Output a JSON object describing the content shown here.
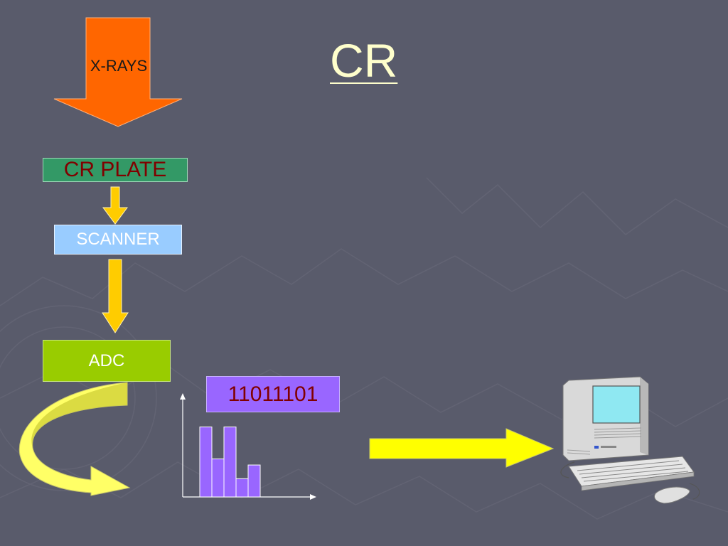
{
  "slide": {
    "title": "CR",
    "xrays_label": "X-RAYS",
    "plate_label": "CR PLATE",
    "scanner_label": "SCANNER",
    "adc_label": "ADC",
    "binary_label": "11011101"
  },
  "histogram": {
    "values": [
      4.6,
      2.5,
      4.6,
      1.2,
      2.1
    ],
    "ymax": 5
  },
  "colors": {
    "background": "#595b6b",
    "xray_arrow": "#ff6600",
    "down_arrows": "#ffcc00",
    "plate_fill": "#339966",
    "plate_text": "#800000",
    "scanner_fill": "#99ccff",
    "adc_fill": "#99cc00",
    "binary_fill": "#9966ff",
    "binary_text": "#800000",
    "curved_arrow": "#ffff66",
    "output_arrow": "#ffff00",
    "histogram_bars": "#9966ff",
    "title": "#ffffcc"
  }
}
